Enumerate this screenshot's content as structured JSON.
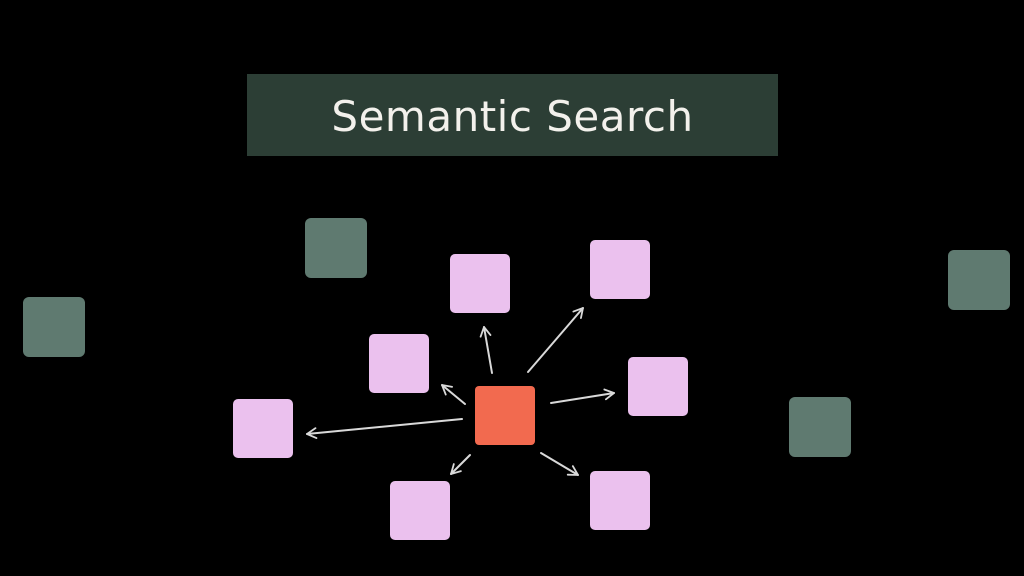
{
  "title": "Semantic Search",
  "colors": {
    "background": "#000000",
    "banner": "#2c3e35",
    "title_text": "#f3f1ec",
    "query_node": "#f26a4f",
    "neighbor_node": "#ebc1ee",
    "distant_node": "#5f7a70",
    "arrow": "#d9d9d9"
  },
  "nodes": {
    "query": {
      "role": "query"
    },
    "neighbors": [
      {
        "role": "neighbor"
      },
      {
        "role": "neighbor"
      },
      {
        "role": "neighbor"
      },
      {
        "role": "neighbor"
      },
      {
        "role": "neighbor"
      },
      {
        "role": "neighbor"
      },
      {
        "role": "neighbor"
      }
    ],
    "distant": [
      {
        "role": "distant"
      },
      {
        "role": "distant"
      },
      {
        "role": "distant"
      },
      {
        "role": "distant"
      }
    ]
  }
}
